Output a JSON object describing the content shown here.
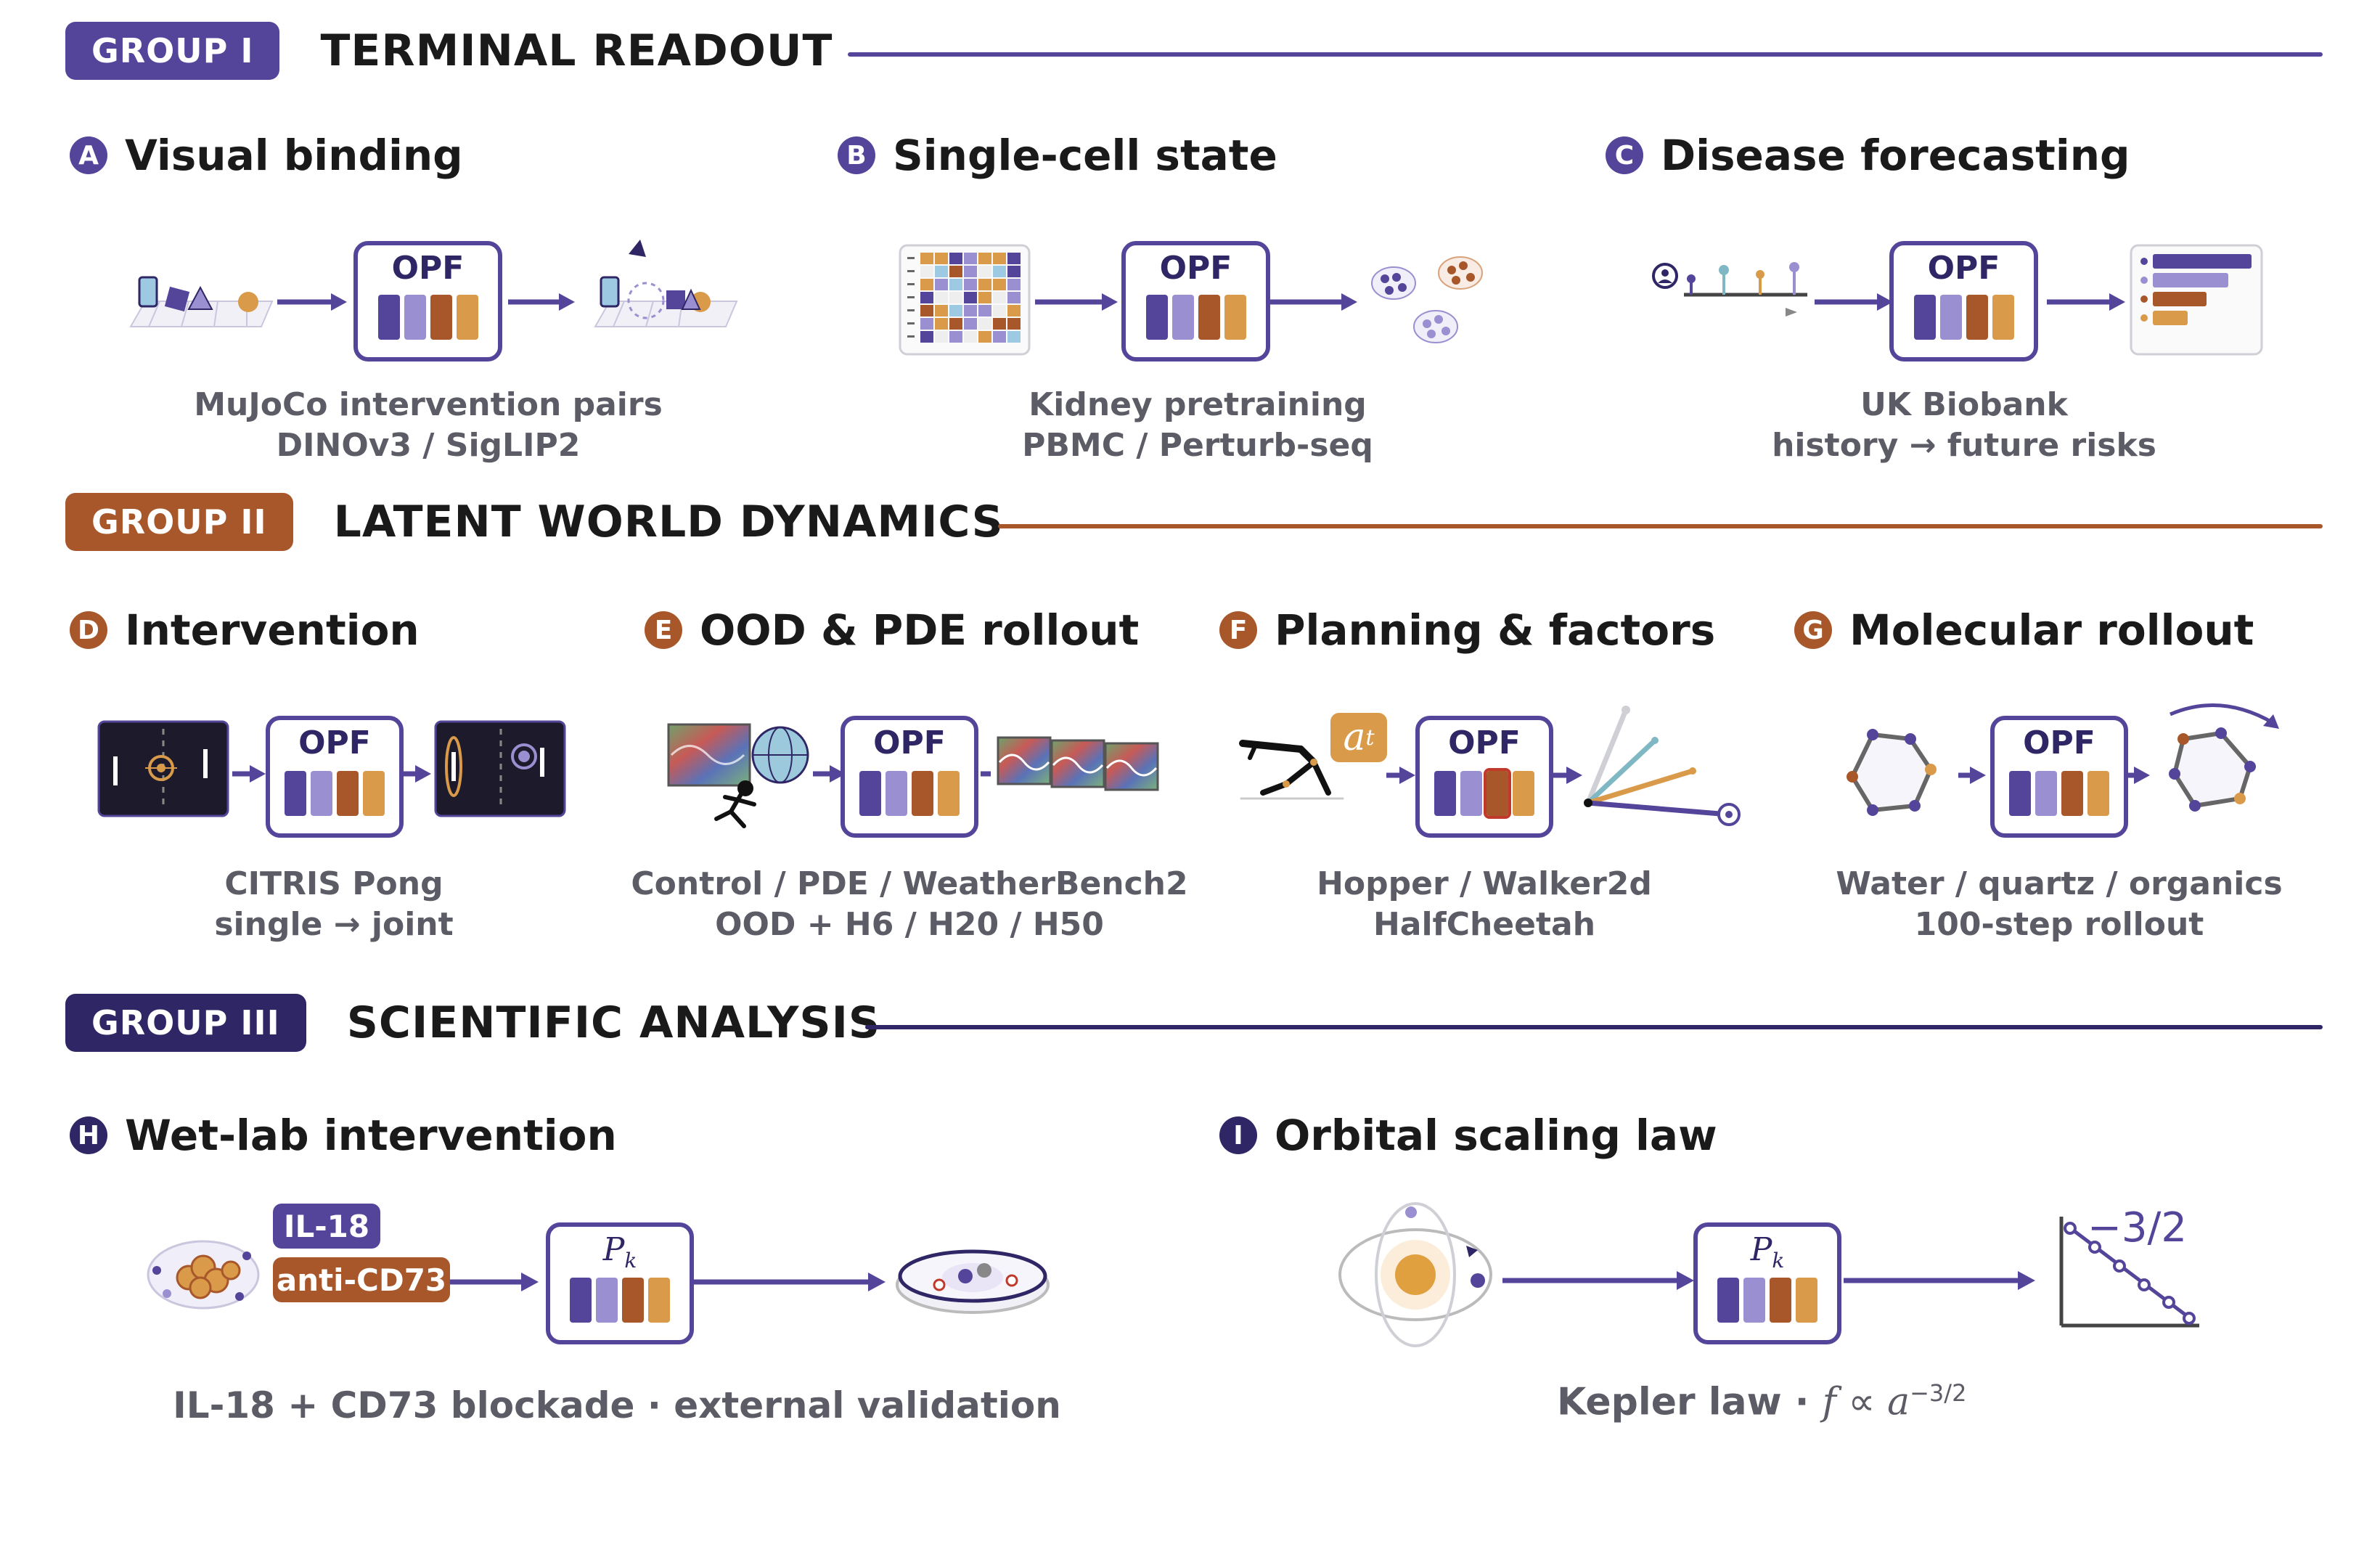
{
  "colors": {
    "purple": "#54459a",
    "light_purple": "#9a8fd0",
    "brown": "#a8572a",
    "orange": "#d99a4a",
    "dark_navy": "#2f2666",
    "caption_gray": "#5c5c66"
  },
  "groups": [
    {
      "pill": "GROUP I",
      "title": "TERMINAL READOUT",
      "color": "#54459a"
    },
    {
      "pill": "GROUP II",
      "title": "LATENT WORLD DYNAMICS",
      "color": "#a8572a"
    },
    {
      "pill": "GROUP III",
      "title": "SCIENTIFIC ANALYSIS",
      "color": "#2f2666"
    }
  ],
  "panels": {
    "A": {
      "letter": "A",
      "title": "Visual binding",
      "box": "OPF",
      "caption": [
        "MuJoCo intervention pairs",
        "DINOv3 / SigLIP2"
      ]
    },
    "B": {
      "letter": "B",
      "title": "Single-cell state",
      "box": "OPF",
      "caption": [
        "Kidney pretraining",
        "PBMC / Perturb-seq"
      ]
    },
    "C": {
      "letter": "C",
      "title": "Disease forecasting",
      "box": "OPF",
      "caption": [
        "UK Biobank",
        "history → future risks"
      ]
    },
    "D": {
      "letter": "D",
      "title": "Intervention",
      "box": "OPF",
      "caption": [
        "CITRIS Pong",
        "single → joint"
      ]
    },
    "E": {
      "letter": "E",
      "title": "OOD & PDE rollout",
      "box": "OPF",
      "caption": [
        "Control / PDE / WeatherBench2",
        "OOD + H6 / H20 / H50"
      ]
    },
    "F": {
      "letter": "F",
      "title": "Planning & factors",
      "box": "OPF",
      "action_chip": "a",
      "action_sub": "t",
      "caption": [
        "Hopper / Walker2d",
        "HalfCheetah"
      ]
    },
    "G": {
      "letter": "G",
      "title": "Molecular rollout",
      "box": "OPF",
      "caption": [
        "Water / quartz / organics",
        "100-step rollout"
      ]
    },
    "H": {
      "letter": "H",
      "title": "Wet-lab intervention",
      "box": "P",
      "box_sub": "k",
      "chip1": "IL-18",
      "chip2": "anti-CD73",
      "caption": [
        "IL-18 + CD73 blockade · external validation"
      ]
    },
    "I": {
      "letter": "I",
      "title": "Orbital scaling law",
      "box": "P",
      "box_sub": "k",
      "slope_label": "−3/2",
      "caption_text": "Kepler law · ",
      "formula_f": "f",
      "formula_prop": " ∝ ",
      "formula_a": "a",
      "formula_exp": "−3/2"
    }
  },
  "icons": {
    "opf_bars": [
      "#54459a",
      "#9a8fd0",
      "#a8572a",
      "#d99a4a"
    ]
  }
}
